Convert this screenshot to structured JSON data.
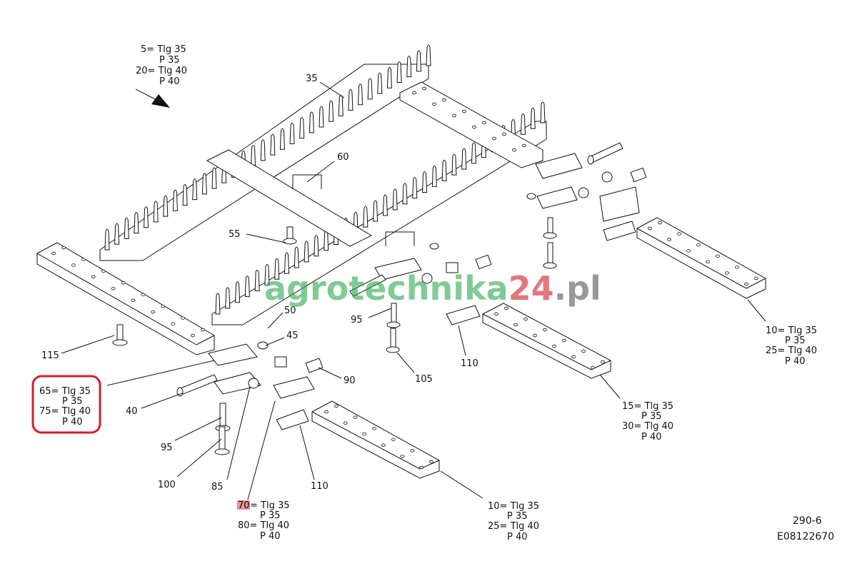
{
  "diagram": {
    "top_note": [
      "5= Tlg 35",
      "P 35",
      "20= Tlg 40",
      "P 40"
    ],
    "callouts": {
      "c35": "35",
      "c60": "60",
      "c55": "55",
      "c50": "50",
      "c45": "45",
      "c115": "115",
      "c95a": "95",
      "c105": "105",
      "c110a": "110",
      "c90": "90",
      "c40": "40",
      "c95b": "95",
      "c100": "100",
      "c85": "85",
      "c110b": "110"
    },
    "boxed_note": [
      "65= Tlg 35",
      "P 35",
      "75= Tlg 40",
      "P 40"
    ],
    "note_70": {
      "num": "70",
      "rest": [
        "= Tlg 35",
        "P 35",
        "80= Tlg 40",
        "P 40"
      ]
    },
    "note_bottom": [
      "10= Tlg 35",
      "P 35",
      "25= Tlg 40",
      "P 40"
    ],
    "note_mid": [
      "15= Tlg 35",
      "P 35",
      "30= Tlg 40",
      "P 40"
    ],
    "note_right": [
      "10= Tlg 35",
      "P 35",
      "25= Tlg 40",
      "P 40"
    ],
    "drawing_id": "290-6",
    "drawing_code": "E08122670",
    "box_color": "#d0202a",
    "highlight_color": "#e89090"
  },
  "watermark": {
    "part1": "agrotechnika",
    "part2": "24",
    "part3": ".pl",
    "colors": [
      "#2fa84f",
      "#d0202a",
      "#555555"
    ]
  }
}
